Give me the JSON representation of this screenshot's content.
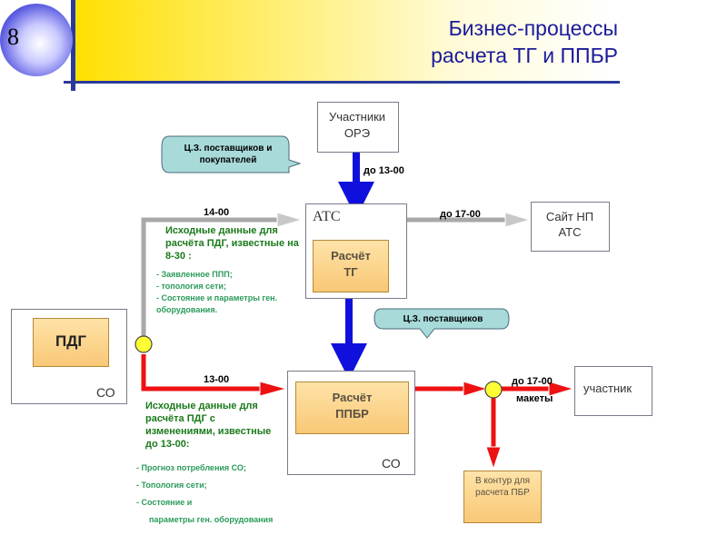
{
  "slide": {
    "number": "8",
    "title_line1": "Бизнес-процессы",
    "title_line2": "расчета ТГ и ППБР"
  },
  "nodes": {
    "participants": "Участники ОРЭ",
    "ats_label": "АТС",
    "calc_tg": "Расчёт ТГ",
    "site": "Сайт НП АТС",
    "pdg": "ПДГ",
    "so_left": "СО",
    "calc_ppbr": "Расчёт ППБР",
    "so_center": "СО",
    "participants_right": "участник",
    "contour": "В контур для расчета ПБР"
  },
  "callouts": {
    "suppliers_buyers": "Ц.З. поставщиков и покупателей",
    "suppliers": "Ц.З. поставщиков"
  },
  "labels": {
    "time_13_top": "до 13-00",
    "time_17_site": "до 17-00",
    "time_1400": "14-00",
    "time_1300": "13-00",
    "time_17_right": "до 17-00",
    "makety": "макеты"
  },
  "texts": {
    "initial_tg": "Исходные данные для расчёта ПДГ, известные на 8-30 :",
    "initial_tg_list": [
      "- Заявленное ППП;",
      "- топология сети;",
      "- Состояние и параметры ген. оборудования."
    ],
    "initial_ppbr": "Исходные данные для расчёта ПДГ с изменениями, известные до 13-00:",
    "initial_ppbr_list": [
      "- Прогноз потребления СО;",
      "- Топология сети;",
      "- Состояние и",
      "параметры ген. оборудования"
    ]
  },
  "colors": {
    "title": "#1a1a9a",
    "accent_bar": "#ffe000",
    "flow_gray": "#a8a8a8",
    "flow_red": "#ee1111",
    "flow_blue": "#1010dd",
    "callout": "#a8dada"
  }
}
